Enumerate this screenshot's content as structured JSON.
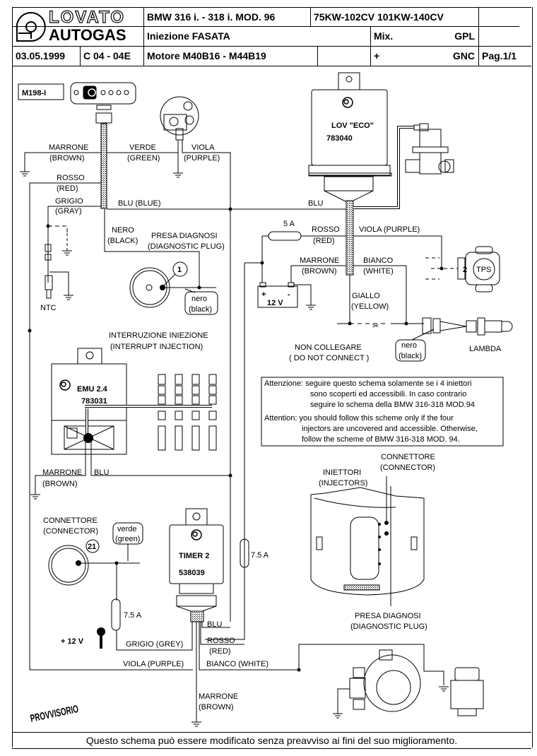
{
  "header": {
    "brand_top": "LOVATO",
    "brand_bottom": "AUTOGAS",
    "vehicle": "BMW  316 i. - 318 i.  MOD. 96",
    "power": "75KW-102CV 101KW-140CV",
    "injection": "Iniezione  FASATA",
    "mix_label": "Mix.",
    "fuel_gpl": "GPL",
    "date": "03.05.1999",
    "code": "C 04 - 04E",
    "engine": "Motore M40B16 - M44B19",
    "plus": "+",
    "fuel_gnc": "GNC",
    "page": "Pag.1/1"
  },
  "components": {
    "m198": "M198-I",
    "ecu_name": "LOV \"ECO\"",
    "ecu_code": "783040",
    "emu_name": "EMU 2.4",
    "emu_code": "783031",
    "timer_name": "TIMER 2",
    "timer_code": "538039",
    "battery": "12 V",
    "battery_plus": "+",
    "battery_minus": "-",
    "ntc": "NTC",
    "tps": "TPS",
    "tps_pin": "2",
    "lambda": "LAMBDA",
    "diag_pin": "1",
    "connector_pin": "21",
    "key_voltage": "+ 12 V",
    "fuse_5": "5 A",
    "fuse_75a": "7.5 A",
    "fuse_75b": "7.5 A"
  },
  "wires": {
    "marrone": "MARRONE",
    "brown": "(BROWN)",
    "verde": "VERDE",
    "green": "(GREEN)",
    "viola": "VIOLA",
    "purple": "(PURPLE)",
    "rosso": "ROSSO",
    "red": "(RED)",
    "grigio": "GRIGIO",
    "gray": "(GRAY)",
    "blu_blue": "BLU  (BLUE)",
    "blu": "BLU",
    "nero": "NERO",
    "black": "(BLACK)",
    "viola_purple": "VIOLA (PURPLE)",
    "bianco": "BIANCO",
    "white": "(WHITE)",
    "giallo": "GIALLO",
    "yellow": "(YELLOW)",
    "grigio_grey": "GRIGIO (GREY)",
    "bianco_white": "BIANCO (WHITE)",
    "nero_small": "nero",
    "black_small": "(black)",
    "verde_small": "verde",
    "green_small": "(green)"
  },
  "labels": {
    "diag_it": "PRESA DIAGNOSI",
    "diag_en": "(DIAGNOSTIC PLUG)",
    "interrupt_it": "INTERRUZIONE INIEZIONE",
    "interrupt_en": "(INTERRUPT INJECTION)",
    "noconnect_it": "NON COLLEGARE",
    "noconnect_en": "( DO NOT CONNECT )",
    "connector_it": "CONNETTORE",
    "connector_en": "(CONNECTOR)",
    "injectors_it": "INIETTORI",
    "injectors_en": "(INJECTORS)",
    "provisional": "PROVVISORIO"
  },
  "notice": {
    "it_1": "Attenzione: seguire questo schema solamente se i 4 iniettori",
    "it_2": "sono scoperti ed accessibili. In caso contrario",
    "it_3": "seguire lo schema della BMW  316-318  MOD.94",
    "en_1": "Attention: you should follow this scheme only if the four",
    "en_2": "injectors are uncovered and accessible. Otherwise,",
    "en_3": "follow the scheme of BMW 316-318  MOD. 94."
  },
  "footer": "Questo schema può essere modificato senza preavviso ai fini del suo miglioramento."
}
